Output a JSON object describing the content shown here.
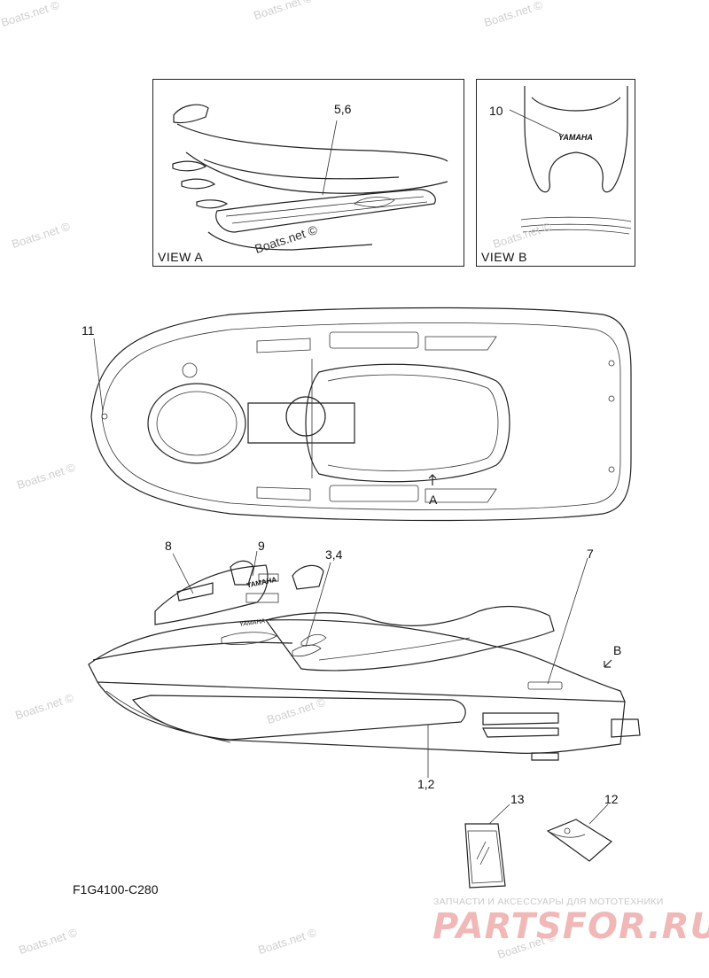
{
  "views": {
    "a": {
      "label": "VIEW A",
      "callout": "5,6"
    },
    "b": {
      "label": "VIEW B",
      "callout": "10",
      "emblem": "YAMAHA"
    }
  },
  "callouts": {
    "c11": "11",
    "c8": "8",
    "c9": "9",
    "c34": "3,4",
    "c7": "7",
    "cB": "B",
    "cA": "A",
    "c12": "1,2",
    "c13": "13",
    "c12b": "12"
  },
  "figure_code": "F1G4100-C280",
  "watermarks": [
    "Boats.net ©",
    "Boats.net ©",
    "Boats.net ©",
    "Boats.net ©",
    "Boats.net ©",
    "Boats.net ©",
    "Boats.net ©",
    "Boats.net ©",
    "Boats.net ©",
    "Boats.net ©",
    "Boats.net ©",
    "Boats.net ©"
  ],
  "brand": {
    "tagline": "ЗАПЧАСТИ И АКСЕССУАРЫ ДЛЯ МОТОТЕХНИКИ",
    "logo": "PARTSFOR.RU"
  },
  "decal_text": {
    "top_emblem": "YAMAHA",
    "side_emblem": "YAMAHA"
  }
}
